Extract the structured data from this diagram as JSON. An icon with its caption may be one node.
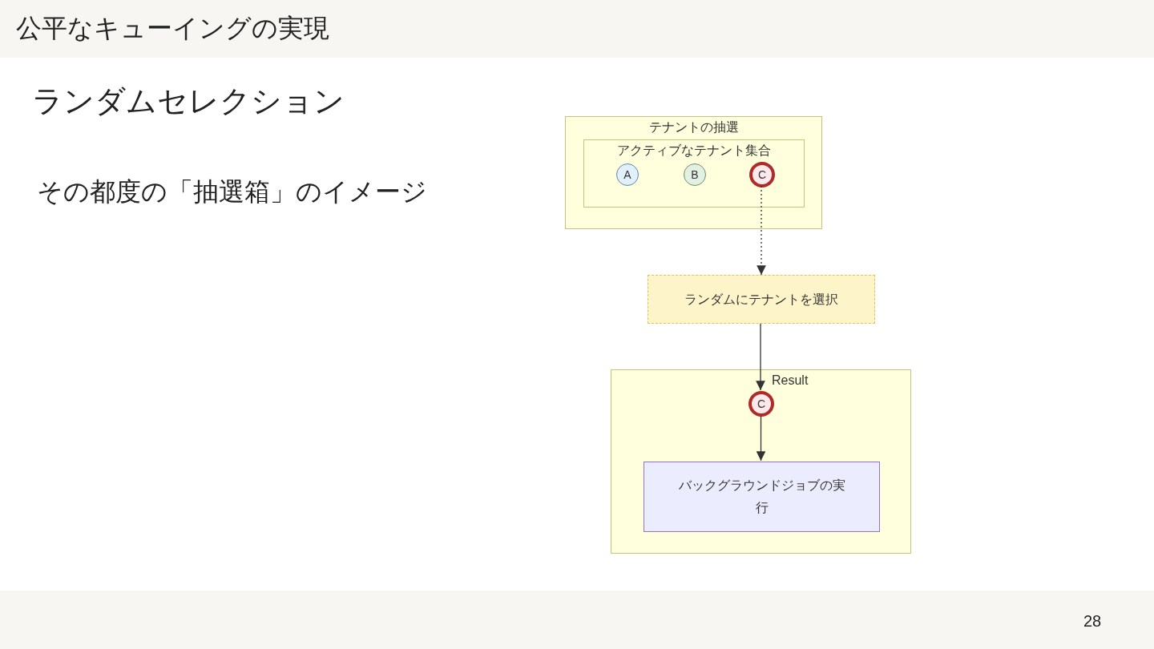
{
  "diagram": {
    "title": "公平なキューイングの実現",
    "nodes": [
      {
        "text": [
          "テナントの抽選"
        ]
      },
      {
        "text": [
          "アクティブなテナント集合"
        ],
        "in": 0
      },
      {
        "text": [
          "A"
        ],
        "in": 1
      },
      {
        "text": [
          "B"
        ],
        "in": 1
      },
      {
        "text": [
          "C"
        ],
        "in": 1
      },
      {
        "text": [
          "ランダムにテナントを選択"
        ]
      },
      {
        "text": [
          "Result"
        ]
      },
      {
        "text": [
          "C"
        ],
        "in": 6
      },
      {
        "text": [
          "バックグラウンドジョブの実行"
        ],
        "in": 6
      }
    ],
    "edges": [
      {
        "from": 4,
        "to": 5,
        "arrow": "to",
        "style": "dashed"
      },
      {
        "from": 5,
        "to": 7,
        "arrow": "to"
      },
      {
        "from": 7,
        "to": 8,
        "arrow": "to"
      }
    ],
    "labels": [
      "ランダムセレクション",
      "その都度の「抽選箱」のイメージ",
      "28"
    ]
  }
}
